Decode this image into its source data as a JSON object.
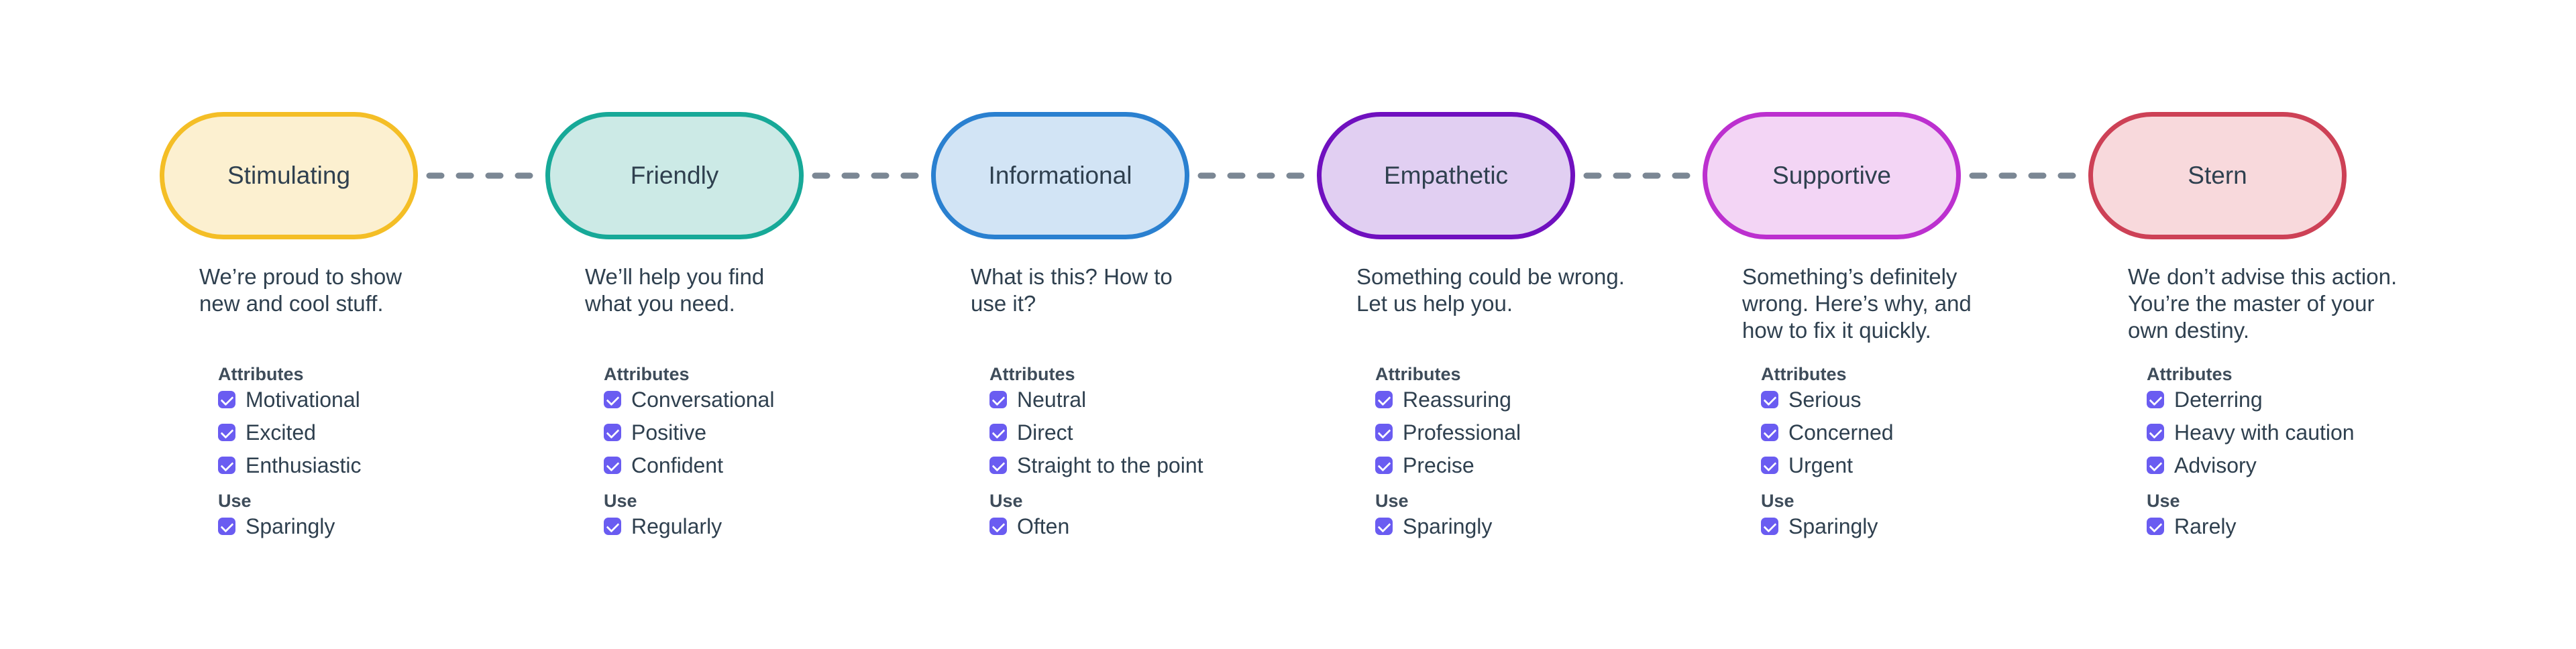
{
  "colors": {
    "checkbox": "#6A5CF1",
    "connector": "#7B8794",
    "text": "#2F404F",
    "heading": "#3E4C5A",
    "background": "#FFFFFF"
  },
  "labels": {
    "attributes": "Attributes",
    "use": "Use"
  },
  "columns": [
    {
      "title": "Stimulating",
      "colors": {
        "border": "#F4BE26",
        "fill": "#FCF0D0"
      },
      "description": "We’re proud to show\nnew and cool stuff.",
      "attributes": [
        "Motivational",
        "Excited",
        "Enthusiastic"
      ],
      "use": "Sparingly"
    },
    {
      "title": "Friendly",
      "colors": {
        "border": "#17A998",
        "fill": "#CCEAE6"
      },
      "description": "We’ll help you find\nwhat you need.",
      "attributes": [
        "Conversational",
        "Positive",
        "Confident"
      ],
      "use": "Regularly"
    },
    {
      "title": "Informational",
      "colors": {
        "border": "#2A80D0",
        "fill": "#D2E4F5"
      },
      "description": "What is this? How to\nuse it?",
      "attributes": [
        "Neutral",
        "Direct",
        "Straight to the point"
      ],
      "use": "Often"
    },
    {
      "title": "Empathetic",
      "colors": {
        "border": "#7010BF",
        "fill": "#E1CFF2"
      },
      "description": "Something could be wrong.\nLet us help you.",
      "attributes": [
        "Reassuring",
        "Professional",
        "Precise"
      ],
      "use": "Sparingly"
    },
    {
      "title": "Supportive",
      "colors": {
        "border": "#BC30CF",
        "fill": "#F3D5F5"
      },
      "description": "Something’s definitely\nwrong. Here’s why, and\nhow to fix it quickly.",
      "attributes": [
        "Serious",
        "Concerned",
        "Urgent"
      ],
      "use": "Sparingly"
    },
    {
      "title": "Stern",
      "colors": {
        "border": "#CD4156",
        "fill": "#F8D9DC"
      },
      "description": "We don’t advise this action.\nYou’re the master of your\nown destiny.",
      "attributes": [
        "Deterring",
        "Heavy with caution",
        "Advisory"
      ],
      "use": "Rarely"
    }
  ]
}
